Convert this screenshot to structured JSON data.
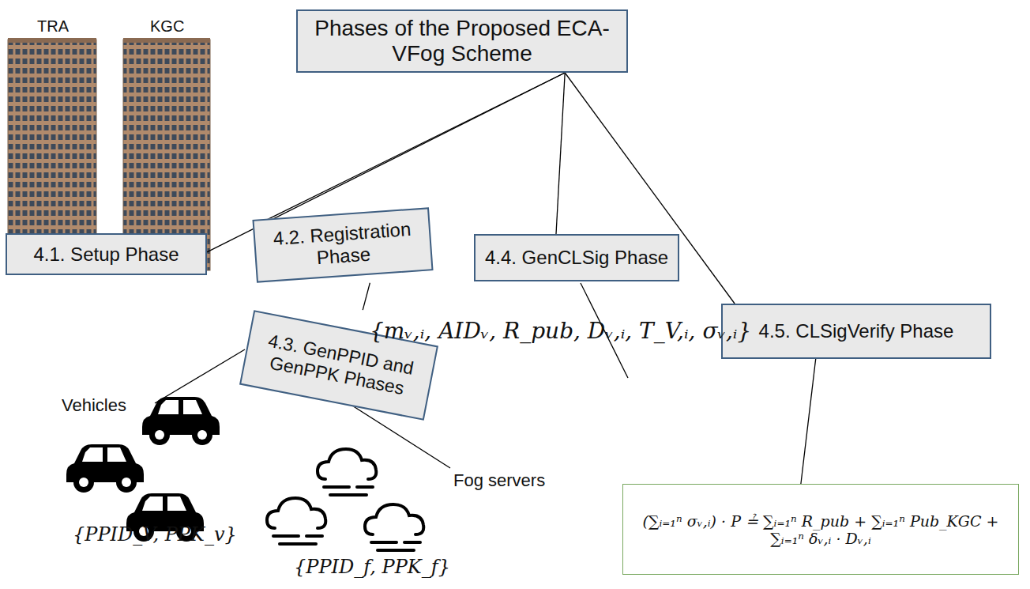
{
  "diagram": {
    "nodes": [
      {
        "text": [
          "Phases of the Proposed ECA-VFog Scheme"
        ]
      },
      {
        "text": [
          "4.1. Setup Phase"
        ]
      },
      {
        "text": [
          "4.2. Registration Phase"
        ]
      },
      {
        "text": [
          "4.3. GenPPID and GenPPK Phases"
        ]
      },
      {
        "text": [
          "4.4. GenCLSig Phase"
        ]
      },
      {
        "text": [
          "4.5. CLSigVerify Phase"
        ]
      },
      {
        "text": [
          "(∑ᵢ₌₁ⁿ σᵥ,ᵢ) · P ≟ ∑ᵢ₌₁ⁿ R_pub + ∑ᵢ₌₁ⁿ Pub_KGC + ∑ᵢ₌₁ⁿ δᵥ,ᵢ · Dᵥ,ᵢ"
        ]
      }
    ],
    "edges": [
      {
        "from": 0,
        "to": 1,
        "arrow": "none"
      },
      {
        "from": 0,
        "to": 2,
        "arrow": "none"
      },
      {
        "from": 2,
        "to": 3,
        "arrow": "none"
      },
      {
        "from": 0,
        "to": 4,
        "arrow": "none"
      },
      {
        "from": 0,
        "to": 5,
        "arrow": "none"
      },
      {
        "from": 5,
        "to": 6,
        "arrow": "none"
      }
    ],
    "labels": [
      "TRA",
      "KGC",
      "Vehicles",
      "{PPID_V, PPK_v}",
      "Fog servers",
      "{PPID_f, PPK_f}",
      "{mᵥ,ᵢ, AIDᵥ, R_pub, Dᵥ,ᵢ, T_V,ᵢ, σᵥ,ᵢ}"
    ]
  }
}
